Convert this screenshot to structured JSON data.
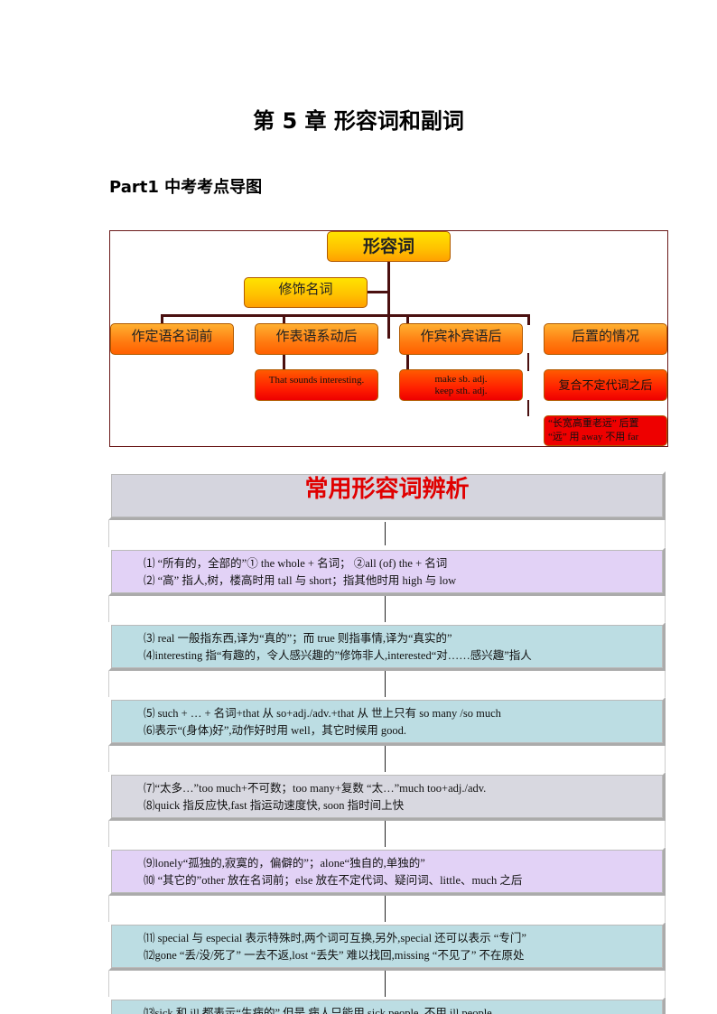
{
  "title": "第 5 章  形容词和副词",
  "part": "Part1  中考考点导图",
  "diagram": {
    "root": "形容词",
    "modify": "修饰名词",
    "branches": [
      "作定语名词前",
      "作表语系动后",
      "作宾补宾语后",
      "后置的情况"
    ],
    "sub1": "That sounds interesting.",
    "sub2a": "make sb. adj.",
    "sub2b": "keep sth. adj.",
    "sub3": "复合不定代词之后",
    "sub4a": "“长宽高重老远” 后置",
    "sub4b": "“远” 用 away  不用 far"
  },
  "table": {
    "header": "常用形容词辨析",
    "rows": [
      [
        "⑴ “所有的，全部的”①  the whole +  名词；  ②all (of) the +  名词",
        "⑵ “高”   指人,树，楼高时用 tall 与 short；指其他时用 high 与 low"
      ],
      [
        "⑶  real 一般指东西,译为“真的”；而 true 则指事情,译为“真实的”",
        "⑷interesting 指“有趣的，令人感兴趣的”修饰非人,interested“对……感兴趣”指人"
      ],
      [
        "⑸  such + … +  名词+that 从   so+adj./adv.+that 从   世上只有 so many /so much",
        "⑹表示“(身体)好”,动作好时用 well，其它时候用 good."
      ],
      [
        "⑺“太多…”too much+不可数；too many+复数        “太…”much too+adj./adv.",
        "⑻quick 指反应快,fast 指运动速度快,              soon 指时间上快"
      ],
      [
        "⑼lonely“孤独的,寂寞的，偏僻的”；alone“独自的,单独的”",
        "⑽ “其它的”other 放在名词前；else 放在不定代词、疑问词、little、much 之后"
      ],
      [
        "⑾  special 与 especial 表示特殊时,两个词可互换,另外,special 还可以表示 “专门”",
        "⑿gone “丢/没/死了” 一去不返,lost “丢失” 难以找回,missing “不见了” 不在原处"
      ],
      [
        "⒀sick 和 ill  都表示“生病的”,但是,病人只能用 sick people,  不用 ill  people",
        ""
      ]
    ]
  }
}
